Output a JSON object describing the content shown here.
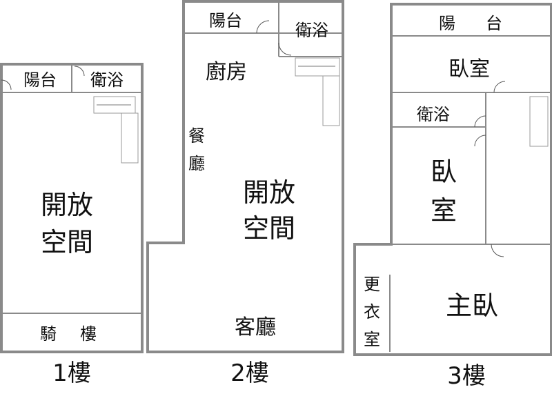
{
  "floors": [
    {
      "label": "1樓",
      "rooms": {
        "balcony": "陽台",
        "bath": "衛浴",
        "open_space_1": "開放",
        "open_space_2": "空間",
        "arcade_1": "騎",
        "arcade_2": "樓"
      }
    },
    {
      "label": "2樓",
      "rooms": {
        "balcony": "陽台",
        "bath": "衛浴",
        "kitchen": "廚房",
        "dining_1": "餐",
        "dining_2": "廳",
        "open_space_1": "開放",
        "open_space_2": "空間",
        "living": "客廳"
      }
    },
    {
      "label": "3樓",
      "rooms": {
        "balcony_1": "陽",
        "balcony_2": "台",
        "bedroom_a": "臥室",
        "bath": "衛浴",
        "bedroom_b_1": "臥",
        "bedroom_b_2": "室",
        "master": "主臥",
        "closet_1": "更",
        "closet_2": "衣",
        "closet_3": "室"
      }
    }
  ]
}
